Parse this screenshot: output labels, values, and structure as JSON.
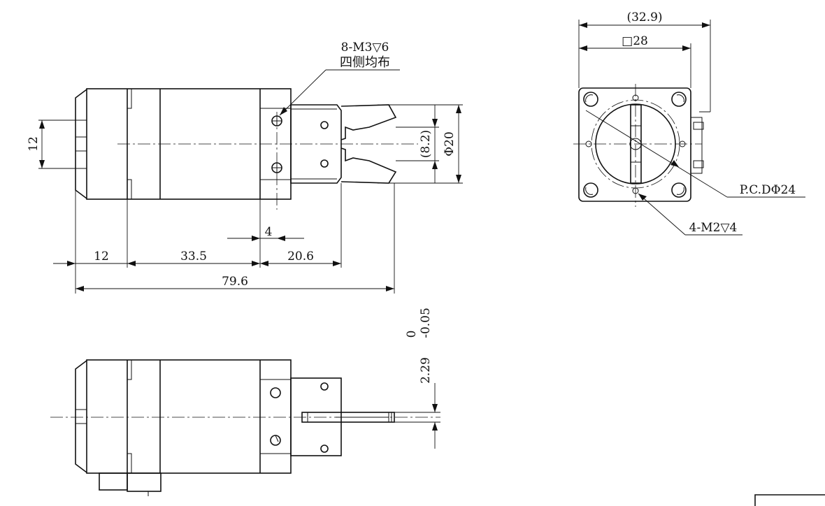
{
  "front_view": {
    "thread_note_line1": "8-M3▽6",
    "thread_note_line2": "四侧均布",
    "dim_12_left": "12",
    "dim_8_2": "(8.2)",
    "dim_phi20": "Φ20",
    "dim_4": "4",
    "dim_12_bottom": "12",
    "dim_33_5": "33.5",
    "dim_20_6": "20.6",
    "dim_79_6": "79.6"
  },
  "end_view": {
    "dim_32_9": "(32.9)",
    "dim_square_28": "□28",
    "pcd_label": "P.C.DΦ24",
    "thread_note": "4-M2▽4"
  },
  "bottom_view": {
    "tol_upper": "0",
    "tol_lower": "-0.05",
    "dim_2_29": "2.29"
  }
}
